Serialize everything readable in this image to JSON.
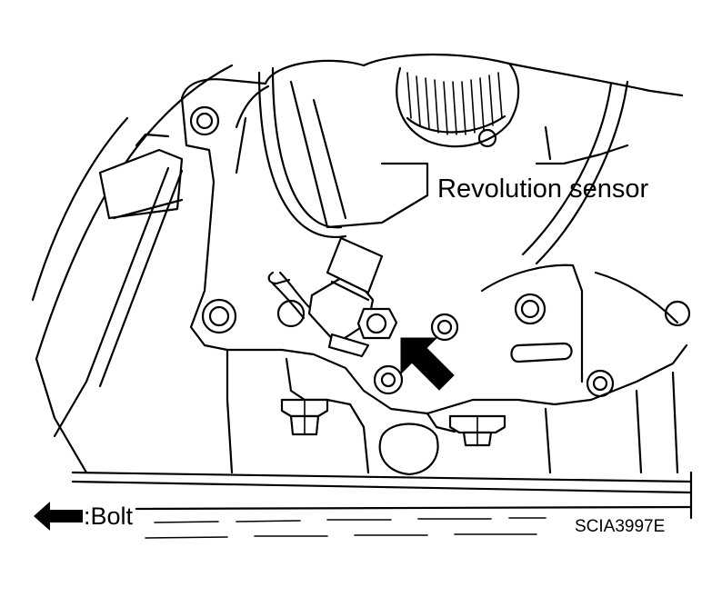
{
  "callout": {
    "label": "Revolution sensor"
  },
  "legend": {
    "symbol": "arrow-icon",
    "label": ":Bolt"
  },
  "figure_id": "SCIA3997E"
}
